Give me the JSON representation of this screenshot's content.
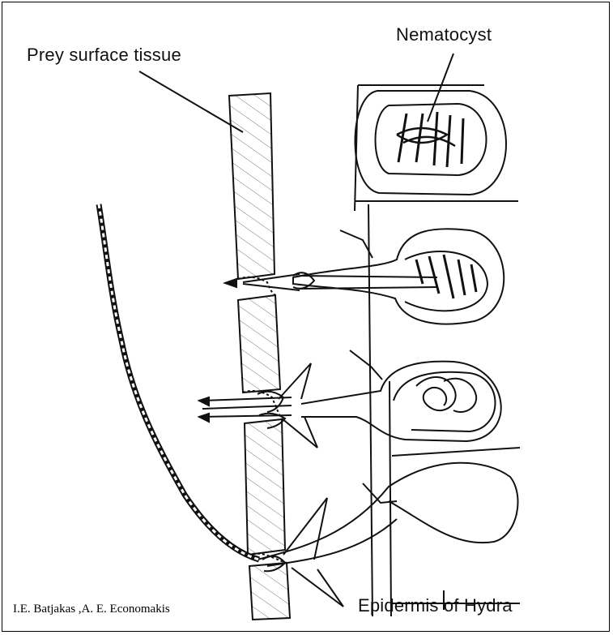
{
  "labels": {
    "prey_surface_tissue": "Prey surface tissue",
    "nematocyst": "Nematocyst",
    "epidermis": "Epidermis of Hydra"
  },
  "credit": "I.E. Batjakas ,A. E. Economakis"
}
